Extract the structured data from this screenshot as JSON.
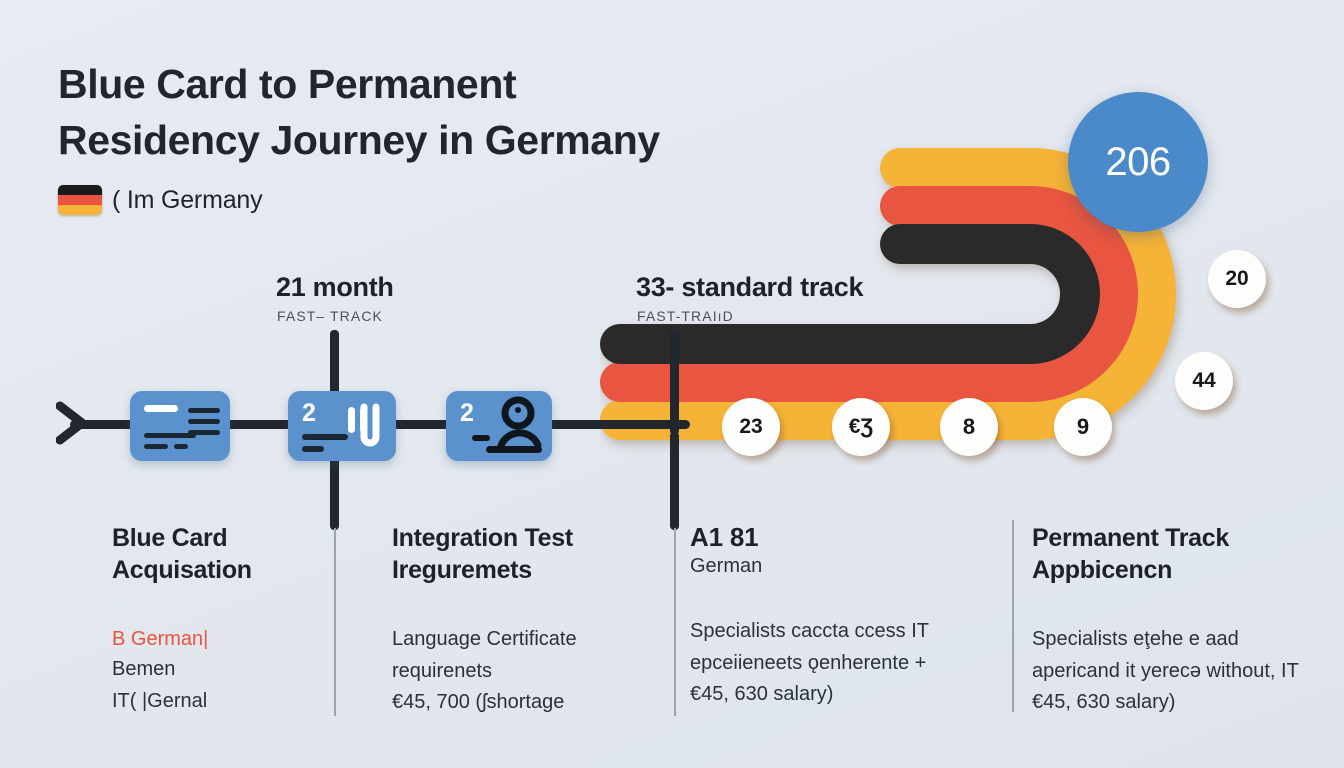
{
  "header": {
    "title_line1": "Blue Card to Permanent",
    "title_line2": "Residency Journey in Germany",
    "subtitle": "( Im Germany",
    "flag_colors": [
      "#1a1a1a",
      "#e8543f",
      "#f5b337"
    ]
  },
  "theme": {
    "background": "#e5e9f0",
    "black": "#2b2b2b",
    "red": "#e8543f",
    "yellow": "#f5b337",
    "blue_card": "#5b92ce",
    "blue_circle": "#4a8ac9",
    "accent_text": "#e8543f",
    "ink": "#1d222a"
  },
  "hero_badge": {
    "value": "206"
  },
  "milestones": [
    {
      "title": "21 month",
      "subtitle": "FAST– TRACK"
    },
    {
      "title": "33- standard   track",
      "subtitle": "FAST-TRAIıD"
    }
  ],
  "cards": [
    {
      "name": "blue-card-document",
      "number": ""
    },
    {
      "name": "language-test",
      "number": "2"
    },
    {
      "name": "applicant-person",
      "number": "2"
    }
  ],
  "ribbon_badges": [
    {
      "value": "23"
    },
    {
      "value": "€Ʒ"
    },
    {
      "value": "8"
    },
    {
      "value": "9"
    },
    {
      "value": "44"
    },
    {
      "value": "20"
    }
  ],
  "columns": [
    {
      "heading_line1": "Blue Card",
      "heading_line2": "Acquisation",
      "accent": "B  German|",
      "body_lines": [
        "Bemen",
        "IT( |Gernal"
      ]
    },
    {
      "heading_line1": "Integration  Test",
      "heading_line2": "Ireguremets",
      "body_lines": [
        "Language Certificate",
        "requirenets",
        "€45, 700 (ʃshortage"
      ]
    },
    {
      "sub_heading": "A1 81",
      "sub_paragraph": "German",
      "body_lines": [
        "Specialists caccta ccess  IT",
        "epceiieneets ǫenherente  +",
        "€45, 630 salary)"
      ]
    },
    {
      "heading_line1": "Permanent  Track",
      "heading_line2": "Appbicencn",
      "body_lines": [
        "Specialists eţehe e aad",
        "apericand it yerecə without, IT",
        "€45, 630 salary)"
      ]
    }
  ]
}
